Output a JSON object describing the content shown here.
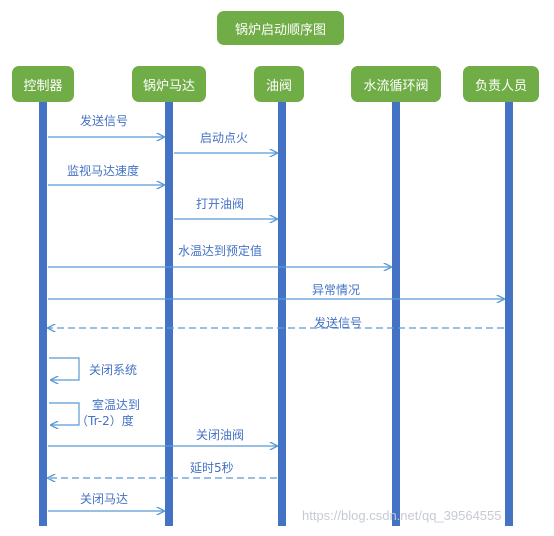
{
  "title": "锅炉启动顺序图",
  "participants": [
    {
      "id": "controller",
      "label": "控制器"
    },
    {
      "id": "motor",
      "label": "锅炉马达"
    },
    {
      "id": "valve",
      "label": "油阀"
    },
    {
      "id": "pump",
      "label": "水流循环阀"
    },
    {
      "id": "staff",
      "label": "负责人员"
    }
  ],
  "messages": [
    {
      "from": "controller",
      "to": "motor",
      "label": "发送信号",
      "style": "solid"
    },
    {
      "from": "motor",
      "to": "valve",
      "label": "启动点火",
      "style": "solid"
    },
    {
      "from": "controller",
      "to": "motor",
      "label": "监视马达速度",
      "style": "solid"
    },
    {
      "from": "motor",
      "to": "valve",
      "label": "打开油阀",
      "style": "solid"
    },
    {
      "from": "controller",
      "to": "pump",
      "label": "水温达到预定值",
      "style": "solid"
    },
    {
      "from": "controller",
      "to": "staff",
      "label": "异常情况",
      "style": "solid"
    },
    {
      "from": "staff",
      "to": "controller",
      "label": "发送信号",
      "style": "dashed"
    },
    {
      "from": "controller",
      "to": "controller",
      "label": "关闭系统",
      "style": "self"
    },
    {
      "from": "controller",
      "to": "controller",
      "label": "室温达到",
      "label2": "（Tr-2）度",
      "style": "self"
    },
    {
      "from": "controller",
      "to": "valve",
      "label": "关闭油阀",
      "style": "solid"
    },
    {
      "from": "valve",
      "to": "controller",
      "label": "延时5秒",
      "style": "dashed"
    },
    {
      "from": "controller",
      "to": "motor",
      "label": "关闭马达",
      "style": "solid"
    }
  ],
  "watermark": "https://blog.csdn.net/qq_39564555",
  "colors": {
    "box": "#70ad47",
    "lifeline": "#4472c4",
    "arrow": "#5b9bd5",
    "text": "#4472c4"
  }
}
